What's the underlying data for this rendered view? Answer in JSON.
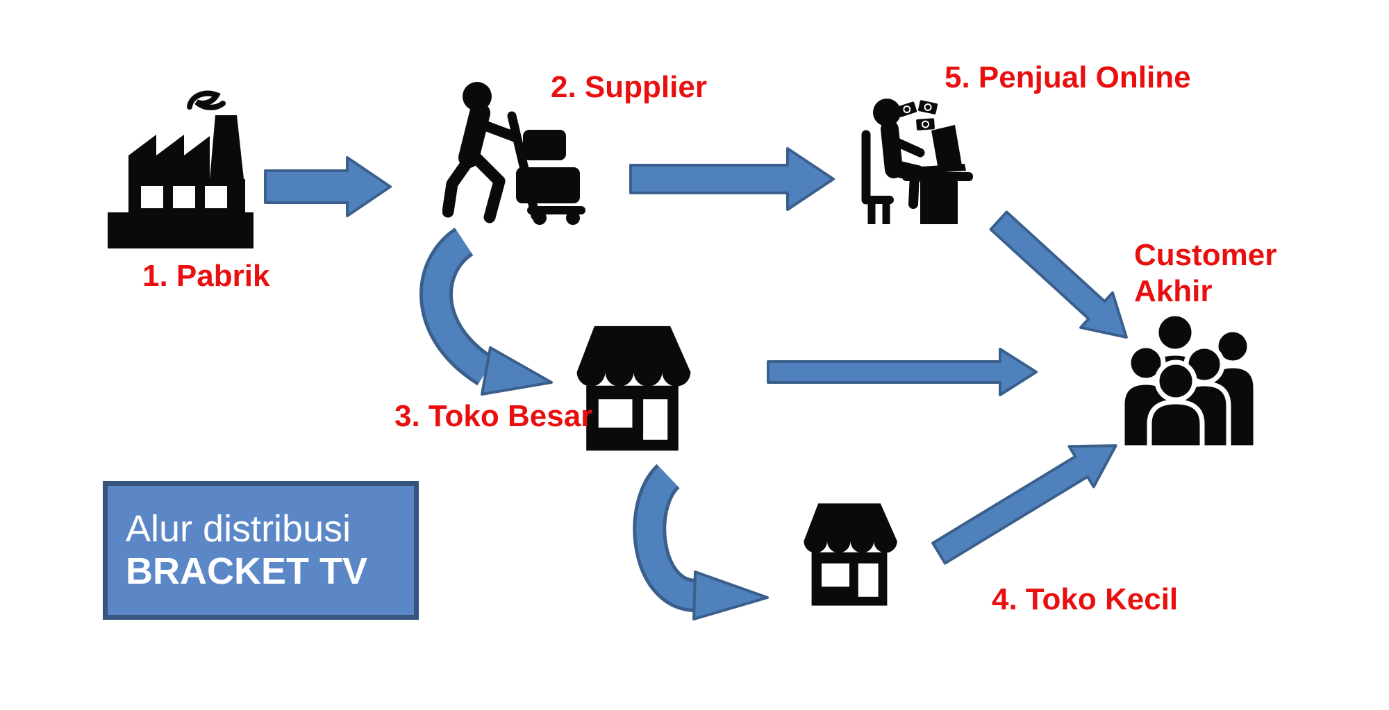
{
  "title_box": {
    "line1": "Alur distribusi",
    "line2": "BRACKET TV"
  },
  "nodes": {
    "pabrik": {
      "label": "1. Pabrik",
      "icon": "factory-icon"
    },
    "supplier": {
      "label": "2. Supplier",
      "icon": "hand-truck-person-icon"
    },
    "toko_besar": {
      "label": "3. Toko Besar",
      "icon": "storefront-icon"
    },
    "toko_kecil": {
      "label": "4. Toko Kecil",
      "icon": "storefront-icon"
    },
    "penjual_online": {
      "label": "5. Penjual Online",
      "icon": "online-seller-desk-icon"
    },
    "customer_akhir": {
      "label_line1": "Customer",
      "label_line2": "Akhir",
      "icon": "customer-crowd-icon"
    }
  },
  "edges": [
    {
      "from": "pabrik",
      "to": "supplier",
      "style": "straight-block-arrow"
    },
    {
      "from": "supplier",
      "to": "penjual_online",
      "style": "straight-block-arrow"
    },
    {
      "from": "supplier",
      "to": "toko_besar",
      "style": "curved-arrow"
    },
    {
      "from": "toko_besar",
      "to": "customer_akhir",
      "style": "straight-block-arrow"
    },
    {
      "from": "toko_besar",
      "to": "toko_kecil",
      "style": "curved-arrow"
    },
    {
      "from": "toko_kecil",
      "to": "customer_akhir",
      "style": "diagonal-block-arrow"
    },
    {
      "from": "penjual_online",
      "to": "customer_akhir",
      "style": "diagonal-block-arrow"
    }
  ],
  "colors": {
    "background": "#FFFFFF",
    "arrow_fill": "#4F81BD",
    "arrow_border": "#3A5F8C",
    "label_red": "#E90F0F",
    "icon_black": "#0A0A0A",
    "title_box_fill": "#5B87C6",
    "title_box_border": "#36547D",
    "title_text": "#FFFFFF"
  }
}
